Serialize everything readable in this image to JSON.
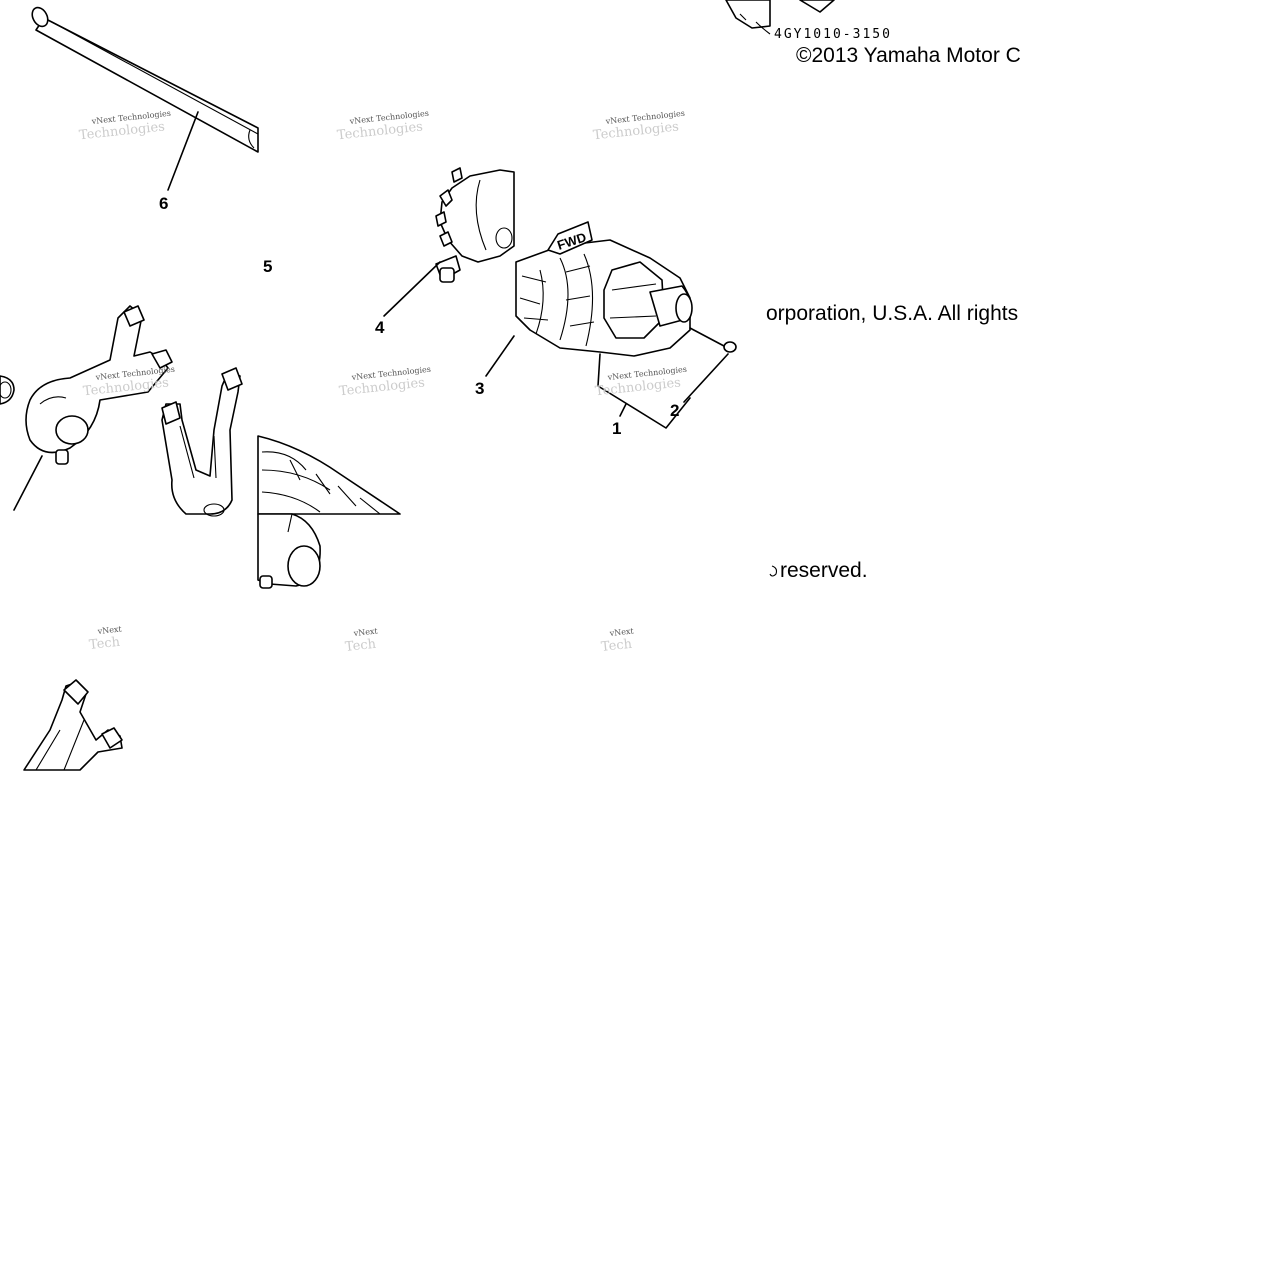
{
  "diagram": {
    "callouts": [
      "6",
      "5",
      "4",
      "3",
      "2",
      "1"
    ],
    "watermark": "vNext Technologies",
    "watermark_fragment": "vNext",
    "fwd_label": "FWD",
    "part_number": "4GY1010-3150"
  },
  "copyright": {
    "line1": "©2013 Yamaha Motor C",
    "line2": "orporation, U.S.A. All rights",
    "line3": "reserved."
  }
}
